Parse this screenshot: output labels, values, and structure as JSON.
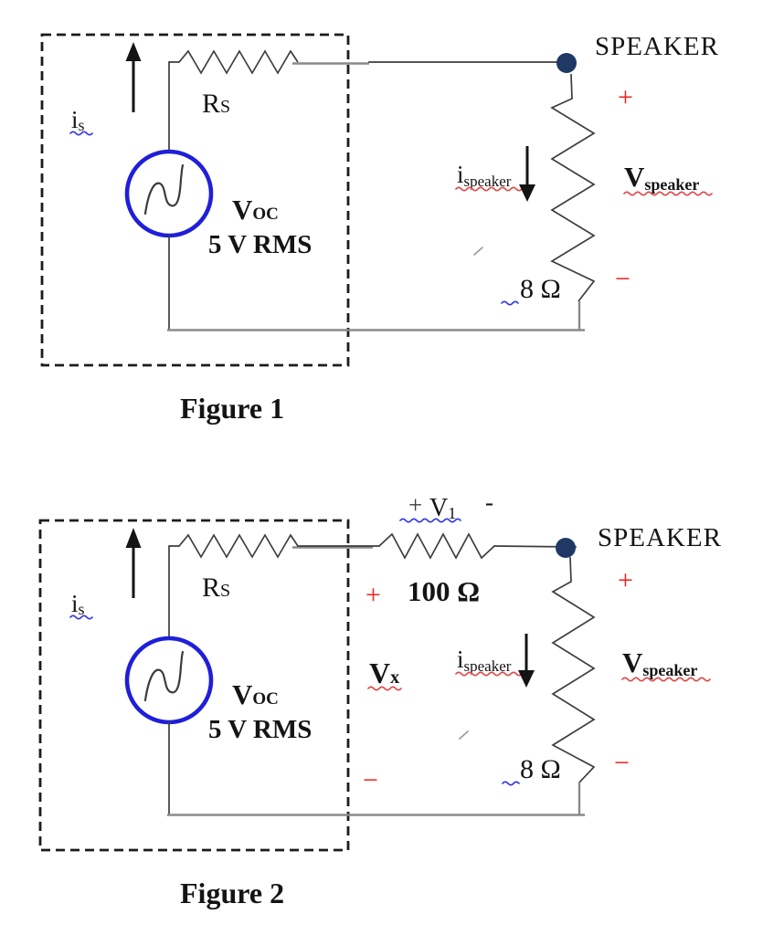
{
  "colors": {
    "ink": "#141414",
    "wire": "#3d3d3d",
    "wire_gray": "#8a8a8a",
    "dashed_border": "#1c1c1c",
    "source_blue": "#1f1fd8",
    "node_navy": "#1f3864",
    "accent_red": "#ee1e1e",
    "squiggle_red": "#e04848",
    "squiggle_blue": "#3535e8",
    "plus_gray": "#3f3f3f"
  },
  "figure1": {
    "caption": "Figure 1",
    "speaker_title": "SPEAKER",
    "plus": "+",
    "minus": "−",
    "source_label": {
      "base": "V",
      "sub": "OC"
    },
    "source_value": "5 V RMS",
    "rs_label": {
      "base": "R",
      "sub": "S"
    },
    "is_label": {
      "base": "i",
      "sub": "s"
    },
    "ispeaker_label": {
      "base": "i",
      "sub": "speaker"
    },
    "vspeaker_label": {
      "base": "V",
      "sub": "speaker"
    },
    "load_value": "8 Ω"
  },
  "figure2": {
    "caption": "Figure 2",
    "speaker_title": "SPEAKER",
    "plus": "+",
    "minus": "−",
    "source_label": {
      "base": "V",
      "sub": "OC"
    },
    "source_value": "5 V RMS",
    "rs_label": {
      "base": "R",
      "sub": "S"
    },
    "is_label": {
      "base": "i",
      "sub": "s"
    },
    "ispeaker_label": {
      "base": "i",
      "sub": "speaker"
    },
    "vspeaker_label": {
      "base": "V",
      "sub": "speaker"
    },
    "load_value": "8 Ω",
    "v1_label": {
      "plus": "+",
      "base": "V",
      "sub": "1",
      "minus": "-"
    },
    "series_resistor_value": "100 Ω",
    "vx_label": {
      "base": "V",
      "sub": "x",
      "plus": "+",
      "minus": "−"
    }
  }
}
